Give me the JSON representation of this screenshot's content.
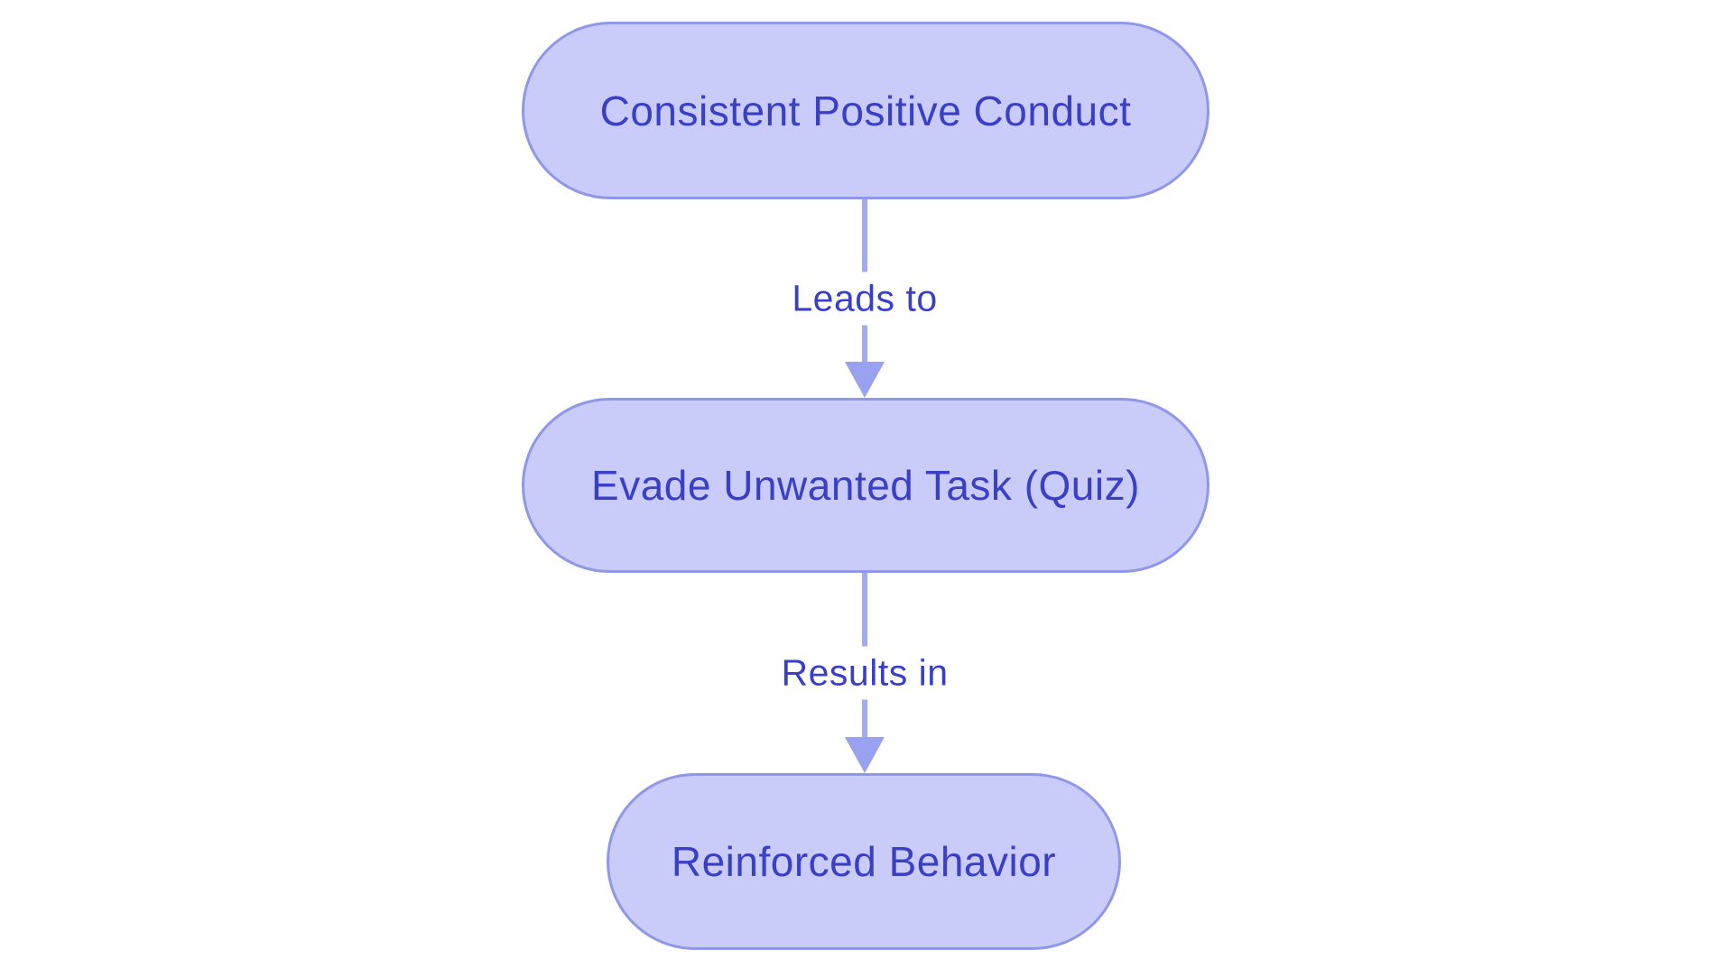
{
  "diagram": {
    "type": "flowchart",
    "direction": "top-down",
    "nodes": [
      {
        "id": "node-1",
        "label": "Consistent Positive Conduct"
      },
      {
        "id": "node-2",
        "label": "Evade Unwanted Task (Quiz)"
      },
      {
        "id": "node-3",
        "label": "Reinforced Behavior"
      }
    ],
    "edges": [
      {
        "from": "node-1",
        "to": "node-2",
        "label": "Leads to"
      },
      {
        "from": "node-2",
        "to": "node-3",
        "label": "Results in"
      }
    ],
    "colors": {
      "background": "#ffffff",
      "node_fill": "#c9ccf8",
      "node_border": "#8f97e7",
      "node_text": "#3a40c6",
      "edge_line": "#a2aaf2",
      "edge_arrowhead": "#99a2f0",
      "edge_label_text": "#3a40c6"
    }
  }
}
